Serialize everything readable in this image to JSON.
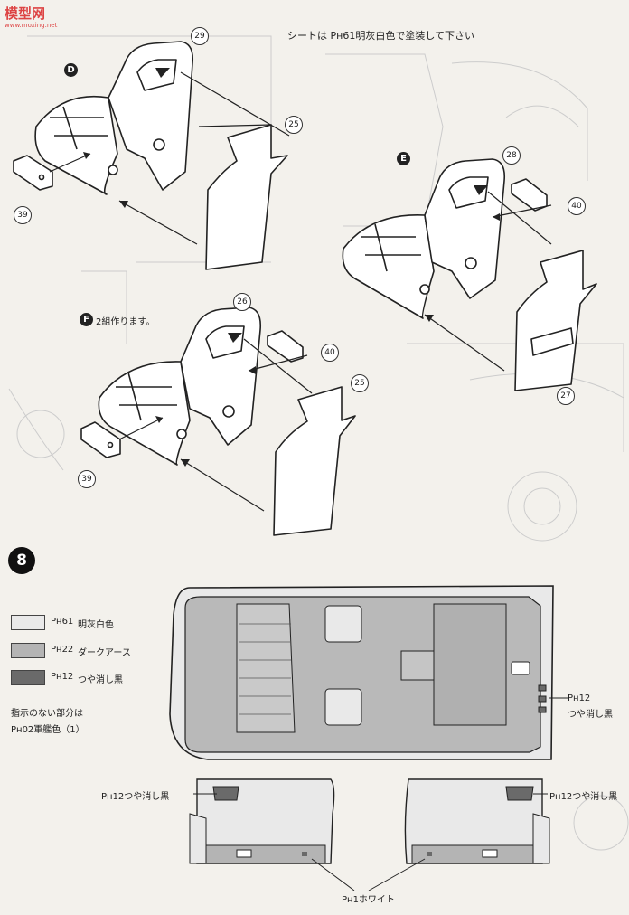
{
  "watermark": {
    "logo": "模型网",
    "sub": "www.moxing.net"
  },
  "header": {
    "paint_note": "シートは Pн61明灰白色で塗装して下さい"
  },
  "steps": {
    "D": {
      "label": "D"
    },
    "E": {
      "label": "E"
    },
    "F": {
      "label": "F",
      "note": "2組作ります。"
    }
  },
  "parts": {
    "d_top": "29",
    "d_back": "25",
    "d_side": "39",
    "e_top": "28",
    "e_side": "40",
    "e_back": "27",
    "f_top": "26",
    "f_side": "40",
    "f_back": "25",
    "f_left": "39"
  },
  "step8": {
    "number": "8",
    "legend": [
      {
        "code": "Pн61",
        "name": "明灰白色",
        "color": "#e9e9e9"
      },
      {
        "code": "Pн22",
        "name": "ダークアース",
        "color": "#b4b4b4"
      },
      {
        "code": "Pн12",
        "name": "つや消し黒",
        "color": "#6a6a6a"
      }
    ],
    "default_note_1": "指示のない部分は",
    "default_note_2": "Pн02軍艦色（1）",
    "callouts": {
      "right_code": "Pн12",
      "right_name": "つや消し黒",
      "door_left": "Pн12つや消し黒",
      "door_right": "Pн12つや消し黒",
      "door_bottom": "Pн1ホワイト"
    }
  },
  "colors": {
    "line": "#222222",
    "fill": "#ffffff",
    "floor": "#b9b9b9",
    "dark": "#6a6a6a"
  }
}
